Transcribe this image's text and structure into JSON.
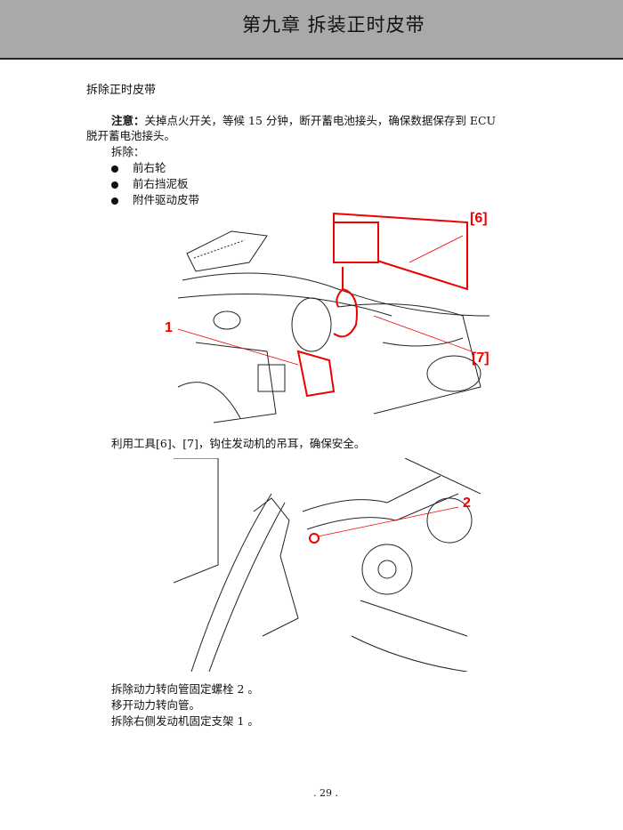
{
  "header": {
    "title": "第九章  拆装正时皮带"
  },
  "section_title": "拆除正时皮带",
  "note": {
    "label": "注意：",
    "line1": "关掉点火开关，等候 15 分钟，断开蓄电池接头，确保数据保存到 ECU",
    "line2": "脱开蓄电池接头。"
  },
  "remove_label": "拆除：",
  "bullets": [
    "前右轮",
    "前右挡泥板",
    "附件驱动皮带"
  ],
  "figure1": {
    "callouts": [
      "[6]",
      "1",
      "[7]"
    ]
  },
  "step1": "利用工具[6]、[7]，钩住发动机的吊耳，确保安全。",
  "figure2": {
    "callouts": [
      "2"
    ]
  },
  "steps": [
    "拆除动力转向管固定螺栓 2 。",
    "移开动力转向管。",
    "拆除右侧发动机固定支架 1 。"
  ],
  "page_number": ". 29 ."
}
